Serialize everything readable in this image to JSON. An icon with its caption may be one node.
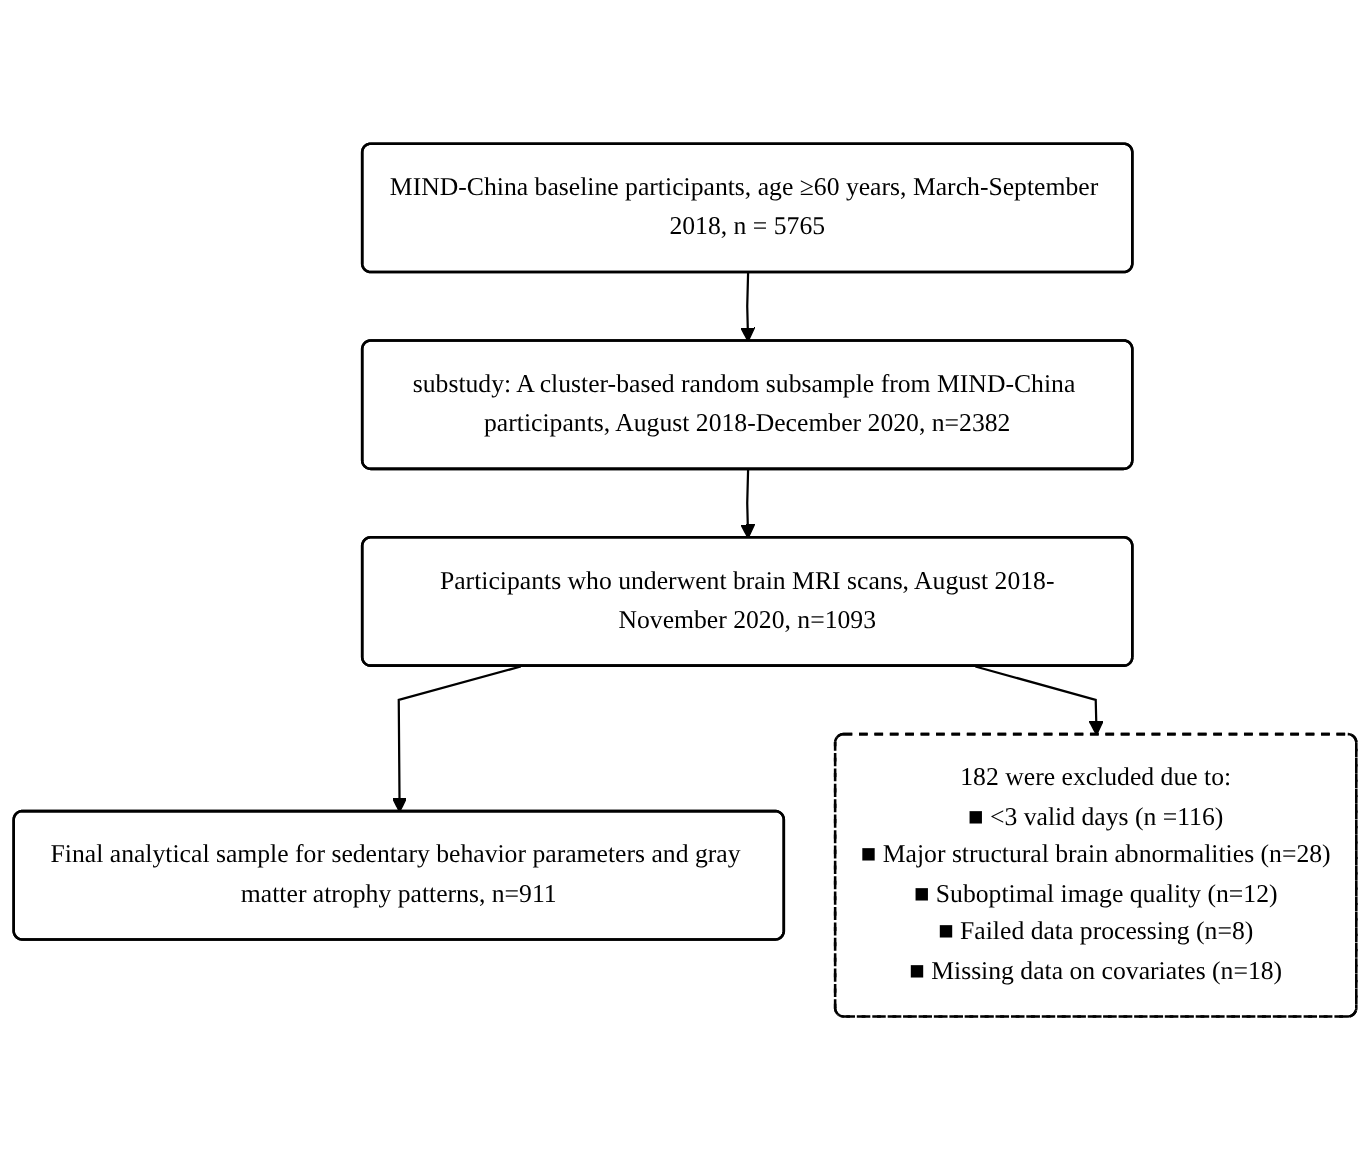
{
  "diagram": {
    "nodes": [
      {
        "text": [
          "MIND-China baseline participants, age ≥60 years, March-September 2018, n = 5765"
        ]
      },
      {
        "text": [
          "substudy: A cluster-based random subsample from MIND-China participants, August 2018-December 2020, n=2382"
        ]
      },
      {
        "text": [
          "Participants who underwent brain MRI scans, August 2018-November 2020, n=1093"
        ]
      },
      {
        "text": [
          "Final analytical sample for sedentary behavior parameters and gray matter atrophy patterns, n=911"
        ]
      },
      {
        "text": [
          "182 were excluded due to:",
          "■ <3 valid days (n =116)",
          "■ Major structural brain abnormalities (n=28)",
          "■ Suboptimal image quality (n=12)",
          "■ Failed data processing (n=8)",
          "■ Missing data on covariates (n=18)"
        ]
      }
    ],
    "edges": [
      {
        "from": 0,
        "to": 1,
        "arrow": "to"
      },
      {
        "from": 1,
        "to": 2,
        "arrow": "to"
      },
      {
        "from": 2,
        "to": 3,
        "arrow": "to"
      },
      {
        "from": 2,
        "to": 4,
        "arrow": "to"
      }
    ]
  }
}
